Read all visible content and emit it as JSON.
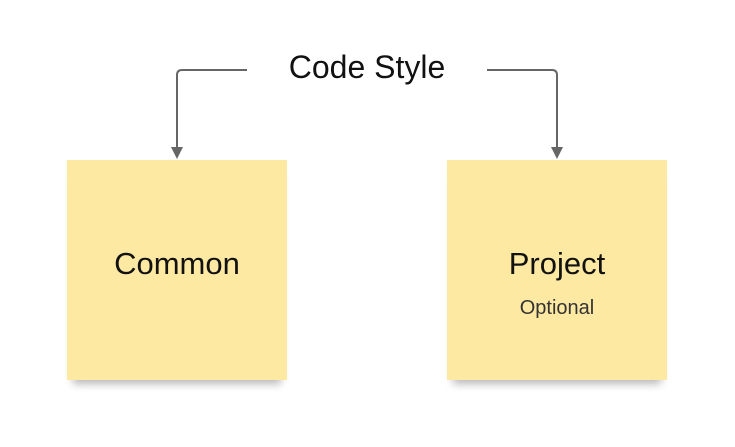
{
  "diagram": {
    "root": {
      "label": "Code Style"
    },
    "nodes": [
      {
        "id": "common",
        "title": "Common",
        "subtitle": ""
      },
      {
        "id": "project",
        "title": "Project",
        "subtitle": "Optional"
      }
    ],
    "edges": [
      {
        "from": "Code Style",
        "to": "Common"
      },
      {
        "from": "Code Style",
        "to": "Project"
      }
    ],
    "colors": {
      "note_fill": "#fde9a2",
      "connector": "#666666",
      "text": "#111111"
    }
  }
}
